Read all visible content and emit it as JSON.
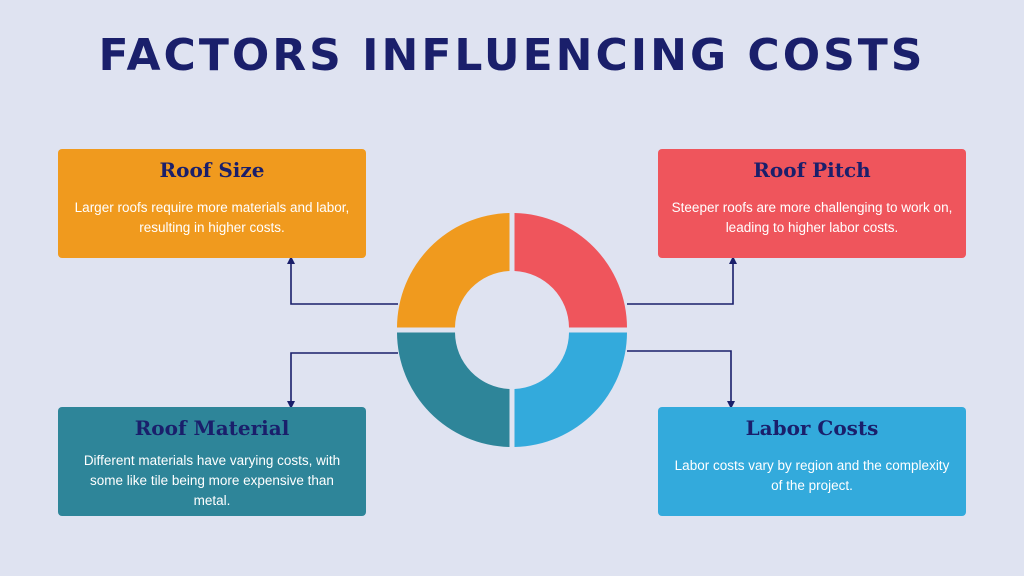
{
  "title": "FACTORS INFLUENCING COSTS",
  "colors": {
    "background": "#dfe3f1",
    "title": "#1a1f6b",
    "roof_size": "#f09a1e",
    "roof_pitch": "#ef555c",
    "roof_material": "#2e8599",
    "labor_costs": "#33aadc",
    "connector": "#1a1f6b"
  },
  "cards": {
    "roof_size": {
      "title": "Roof Size",
      "line1": "Larger roofs require more materials and labor,",
      "line2": "resulting in higher costs."
    },
    "roof_pitch": {
      "title": "Roof Pitch",
      "line1": "Steeper roofs are more challenging to work on,",
      "line2": "leading to higher labor costs."
    },
    "roof_material": {
      "title": "Roof Material",
      "line1": "Different materials have varying costs, with",
      "line2": "some like tile being more expensive than",
      "line3": "metal."
    },
    "labor_costs": {
      "title": "Labor Costs",
      "line1": "Labor costs vary by region and the complexity",
      "line2": "of the project."
    }
  }
}
